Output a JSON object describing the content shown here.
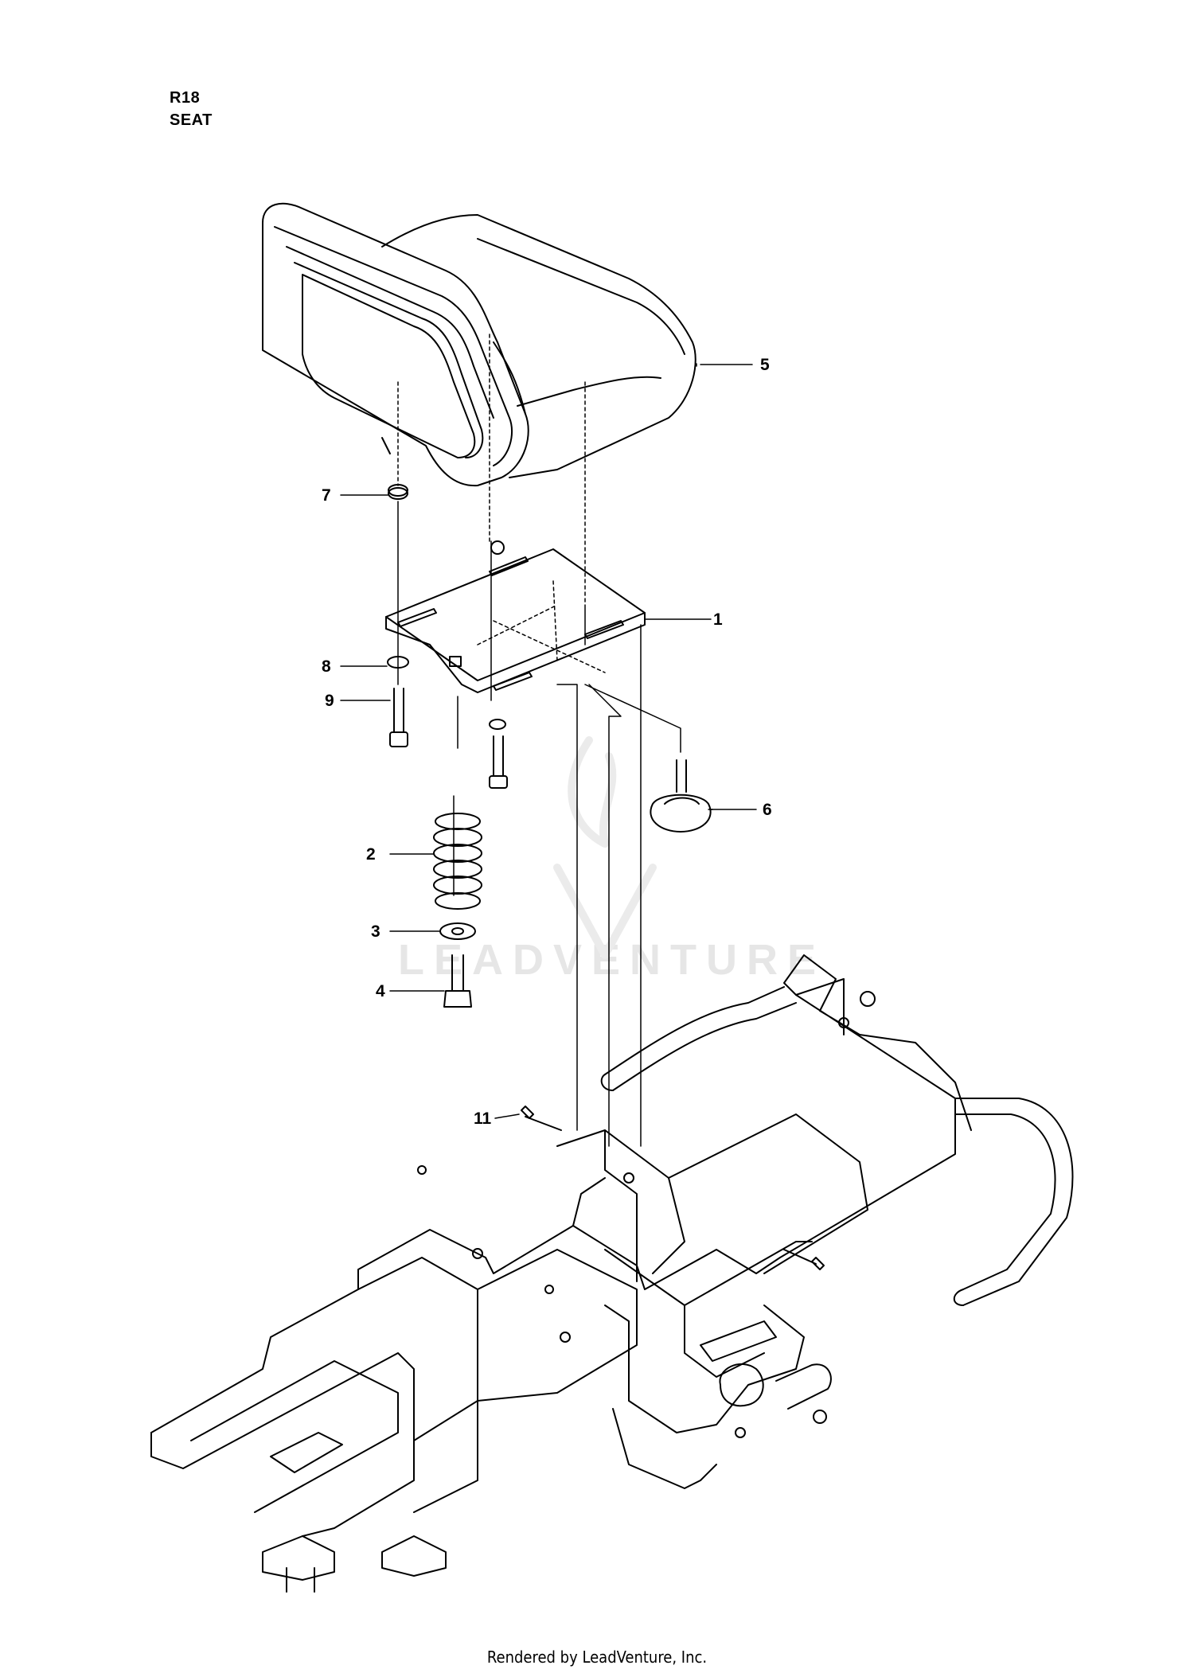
{
  "page": {
    "code": "R18",
    "title": "SEAT",
    "watermark": "LEADVENTURE",
    "footer": "Rendered by LeadVenture, Inc."
  },
  "callouts": [
    {
      "id": "c1",
      "label": "1"
    },
    {
      "id": "c2",
      "label": "2"
    },
    {
      "id": "c3",
      "label": "3"
    },
    {
      "id": "c4",
      "label": "4"
    },
    {
      "id": "c5",
      "label": "5"
    },
    {
      "id": "c6",
      "label": "6"
    },
    {
      "id": "c7",
      "label": "7"
    },
    {
      "id": "c8",
      "label": "8"
    },
    {
      "id": "c9",
      "label": "9"
    },
    {
      "id": "c11",
      "label": "11"
    }
  ]
}
